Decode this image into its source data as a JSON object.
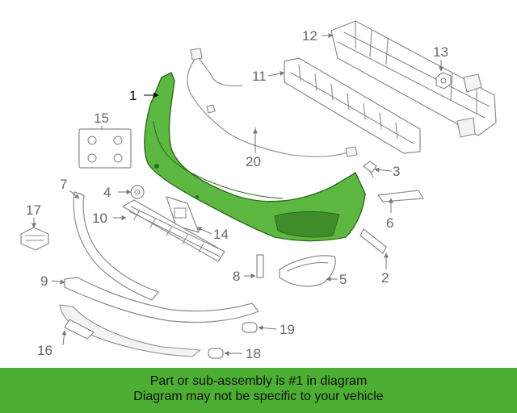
{
  "diagram": {
    "callouts": [
      "1",
      "2",
      "3",
      "4",
      "5",
      "6",
      "7",
      "8",
      "9",
      "10",
      "11",
      "12",
      "13",
      "14",
      "15",
      "16",
      "17",
      "18",
      "19",
      "20"
    ],
    "highlight_color": "#5cb841"
  },
  "banner": {
    "line1": "Part or sub-assembly is #1 in diagram",
    "line2": "Diagram may not be specific to your vehicle",
    "background": "#4cae32"
  }
}
